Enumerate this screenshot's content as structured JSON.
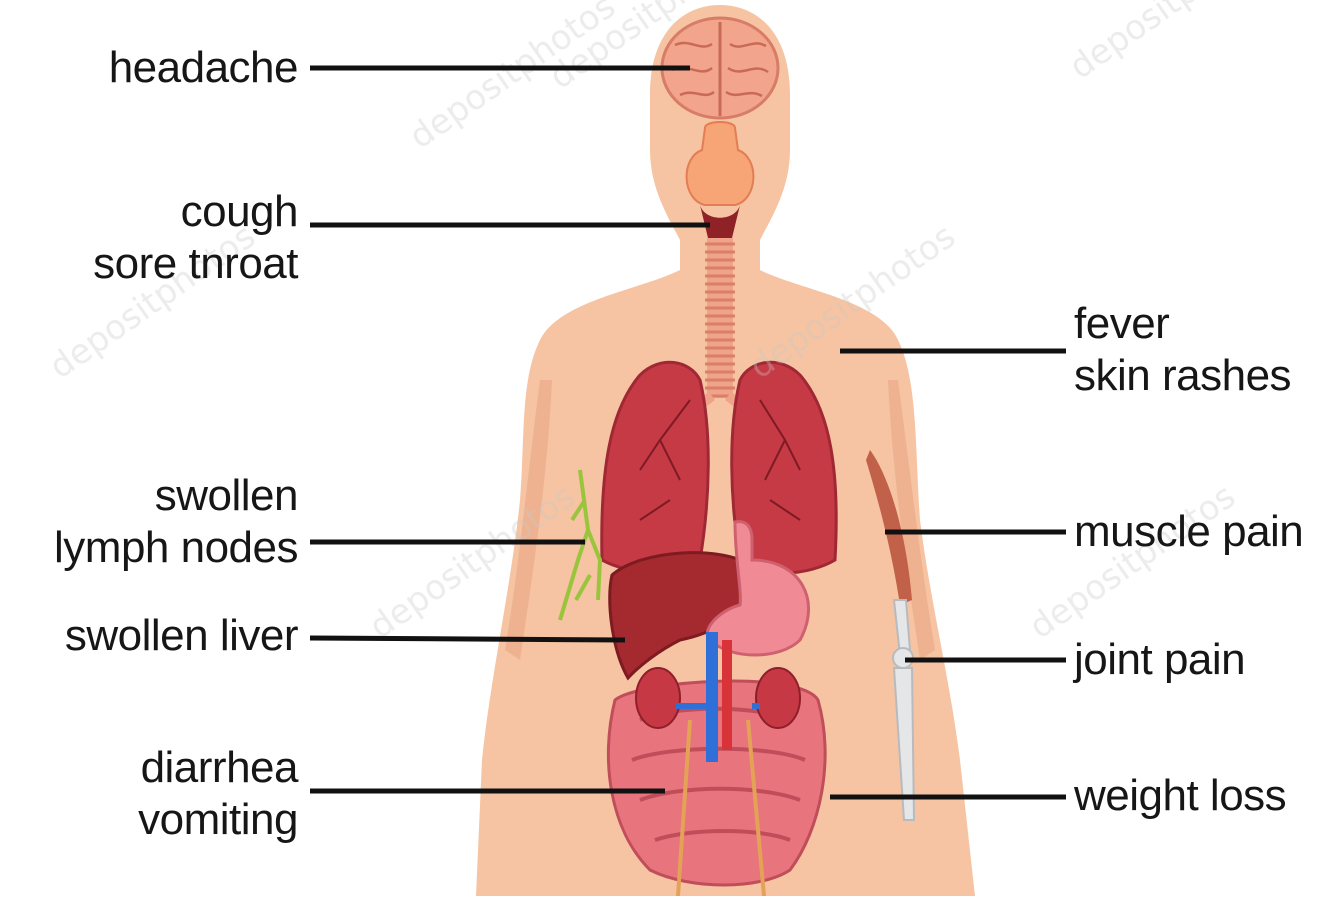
{
  "colors": {
    "skin": "#f6c4a2",
    "skin_shadow": "#eeb291",
    "leader_line": "#111111",
    "brain": "#f2a58c",
    "lungs": "#c63a45",
    "liver": "#a52a2f",
    "stomach": "#f08b96",
    "intestines": "#e8747e",
    "kidneys": "#c63844",
    "vessel_blue": "#2f6fd8",
    "vessel_red": "#d9333a",
    "trachea": "#f0a28a",
    "lymph": "#9ac43c",
    "bone": "#e4e6e8",
    "muscle": "#b8503a",
    "watermark": "#c9c9c9"
  },
  "watermark": {
    "text": "depositphotos"
  },
  "labels": [
    {
      "name": "headache",
      "side": "left",
      "lines": [
        "headache"
      ]
    },
    {
      "name": "cough-sore-throat",
      "side": "left",
      "lines": [
        "cough",
        "sore tnroat"
      ]
    },
    {
      "name": "swollen-lymph-nodes",
      "side": "left",
      "lines": [
        "swollen",
        "lymph nodes"
      ]
    },
    {
      "name": "swollen-liver",
      "side": "left",
      "lines": [
        "swollen liver"
      ]
    },
    {
      "name": "diarrhea-vomiting",
      "side": "left",
      "lines": [
        "diarrhea",
        "vomiting"
      ]
    },
    {
      "name": "fever-skin-rashes",
      "side": "right",
      "lines": [
        "fever",
        "skin rashes"
      ]
    },
    {
      "name": "muscle-pain",
      "side": "right",
      "lines": [
        "muscle pain"
      ]
    },
    {
      "name": "joint-pain",
      "side": "right",
      "lines": [
        "joint pain"
      ]
    },
    {
      "name": "weight-loss",
      "side": "right",
      "lines": [
        "weight loss"
      ]
    }
  ]
}
